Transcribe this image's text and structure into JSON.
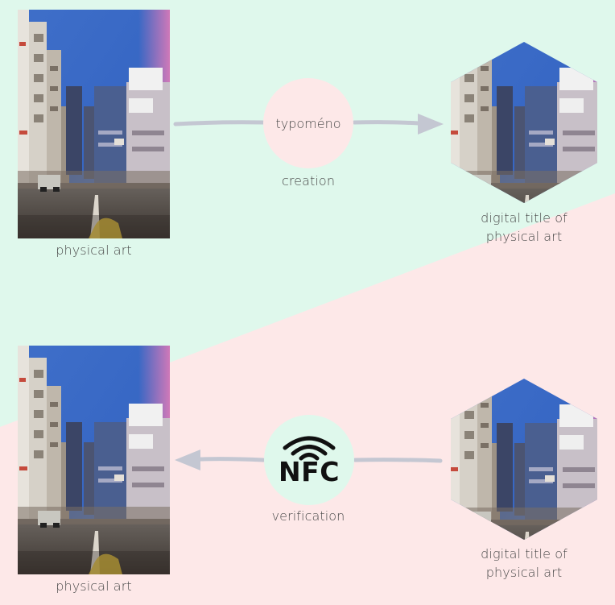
{
  "colors": {
    "mint": "#dff8ec",
    "pink": "#fde8e8",
    "arrow": "#c4c7d2",
    "creation_circle": "#fde8e8",
    "verification_circle": "#dff8ec"
  },
  "top_flow": {
    "source_caption": "physical art",
    "process_label": "typoméno",
    "process_sublabel": "creation",
    "target_caption_line1": "digital title of",
    "target_caption_line2": "physical art"
  },
  "bottom_flow": {
    "source_caption_line1": "digital title of",
    "source_caption_line2": "physical art",
    "process_icon": "nfc-wave-icon",
    "process_label": "NFC",
    "process_sublabel": "verification",
    "target_caption": "physical art"
  }
}
